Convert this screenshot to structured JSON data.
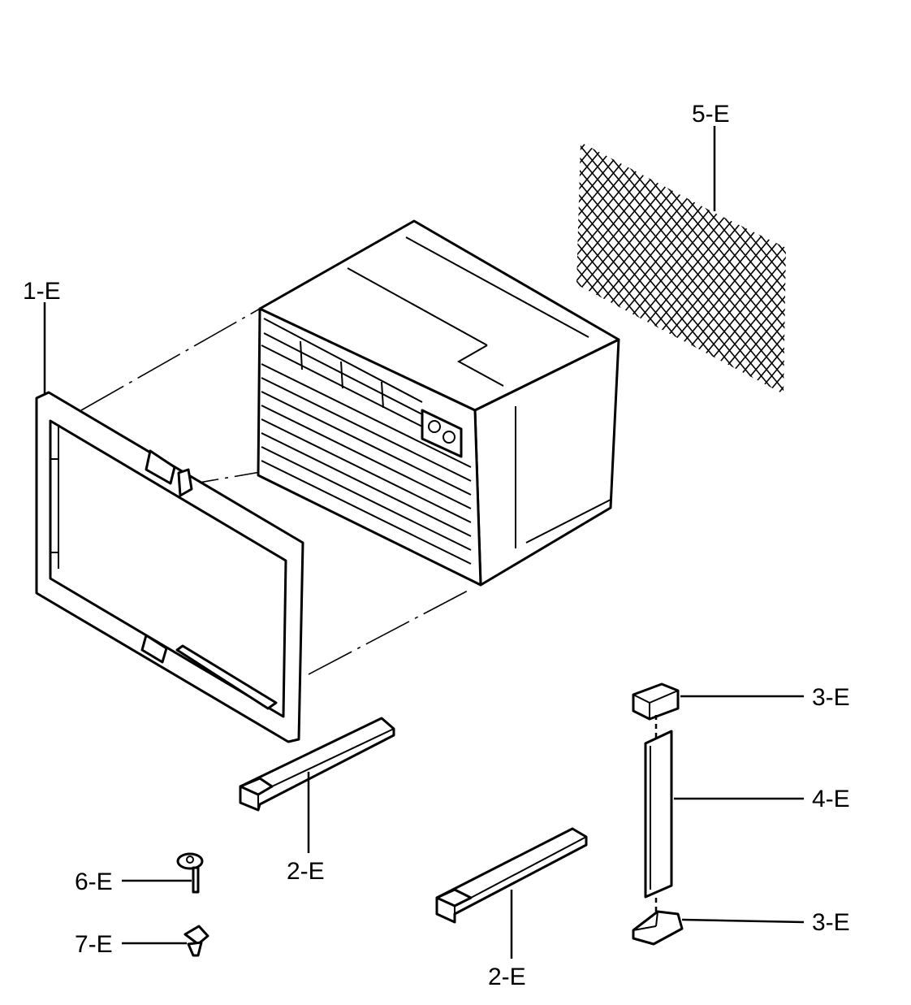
{
  "labels": {
    "frame": "1-E",
    "rail_front": "2-E",
    "rail_rear": "2-E",
    "block_top": "3-E",
    "block_bottom": "3-E",
    "panel": "4-E",
    "mesh": "5-E",
    "screw": "6-E",
    "clip": "7-E"
  }
}
